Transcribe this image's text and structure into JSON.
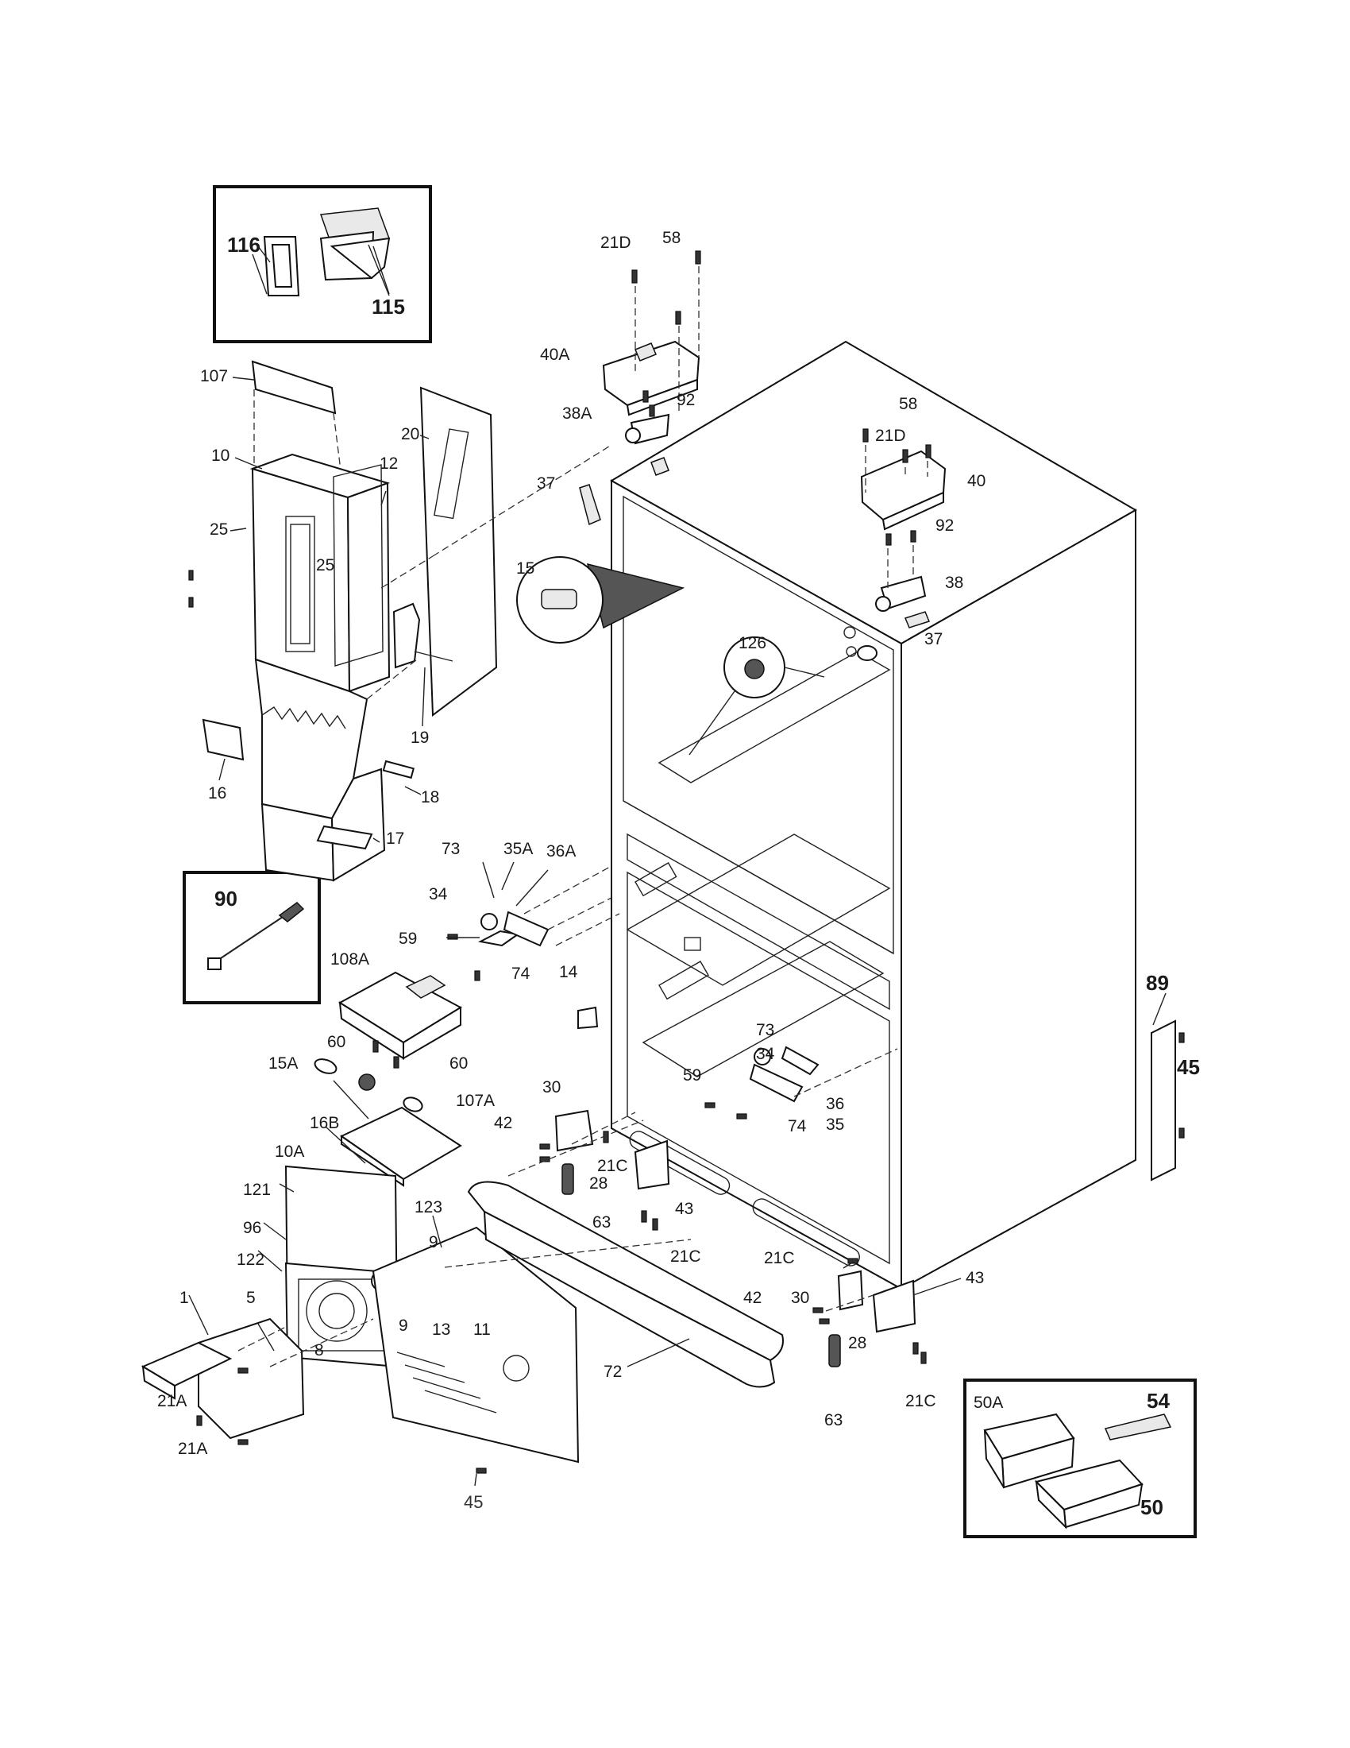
{
  "labels": {
    "l116": "116",
    "l115": "115",
    "l107": "107",
    "l10": "10",
    "l12": "12",
    "l25a": "25",
    "l25b": "25",
    "l20": "20",
    "l19": "19",
    "l16": "16",
    "l18": "18",
    "l17": "17",
    "l90": "90",
    "l73a": "73",
    "l35A": "35A",
    "l36A": "36A",
    "l34a": "34",
    "l59a": "59",
    "l74a": "74",
    "l108A": "108A",
    "l14": "14",
    "l60a": "60",
    "l60b": "60",
    "l15A": "15A",
    "l16B": "16B",
    "l107A": "107A",
    "l30a": "30",
    "l42a": "42",
    "l21Ca": "21C",
    "l28a": "28",
    "l63a": "63",
    "l43a": "43",
    "l21Cb": "21C",
    "l10A": "10A",
    "l121": "121",
    "l123": "123",
    "l96": "96",
    "l9a": "9",
    "l122": "122",
    "l1": "1",
    "l5": "5",
    "l9b": "9",
    "l13": "13",
    "l11": "11",
    "l8": "8",
    "l21Aa": "21A",
    "l21Ab": "21A",
    "l45a": "45",
    "l72": "72",
    "l21D_top": "21D",
    "l58_top": "58",
    "l40A": "40A",
    "l92a": "92",
    "l38A": "38A",
    "l37a": "37",
    "l15": "15",
    "l58b": "58",
    "l21Db": "21D",
    "l40": "40",
    "l92b": "92",
    "l38": "38",
    "l126": "126",
    "l37b": "37",
    "l89": "89",
    "l45b": "45",
    "l73b": "73",
    "l34b": "34",
    "l59b": "59",
    "l36": "36",
    "l35": "35",
    "l74b": "74",
    "l21Cc": "21C",
    "l42b": "42",
    "l30b": "30",
    "l43b": "43",
    "l28b": "28",
    "l63b": "63",
    "l21Cd": "21C",
    "l50A": "50A",
    "l54": "54",
    "l50": "50"
  }
}
